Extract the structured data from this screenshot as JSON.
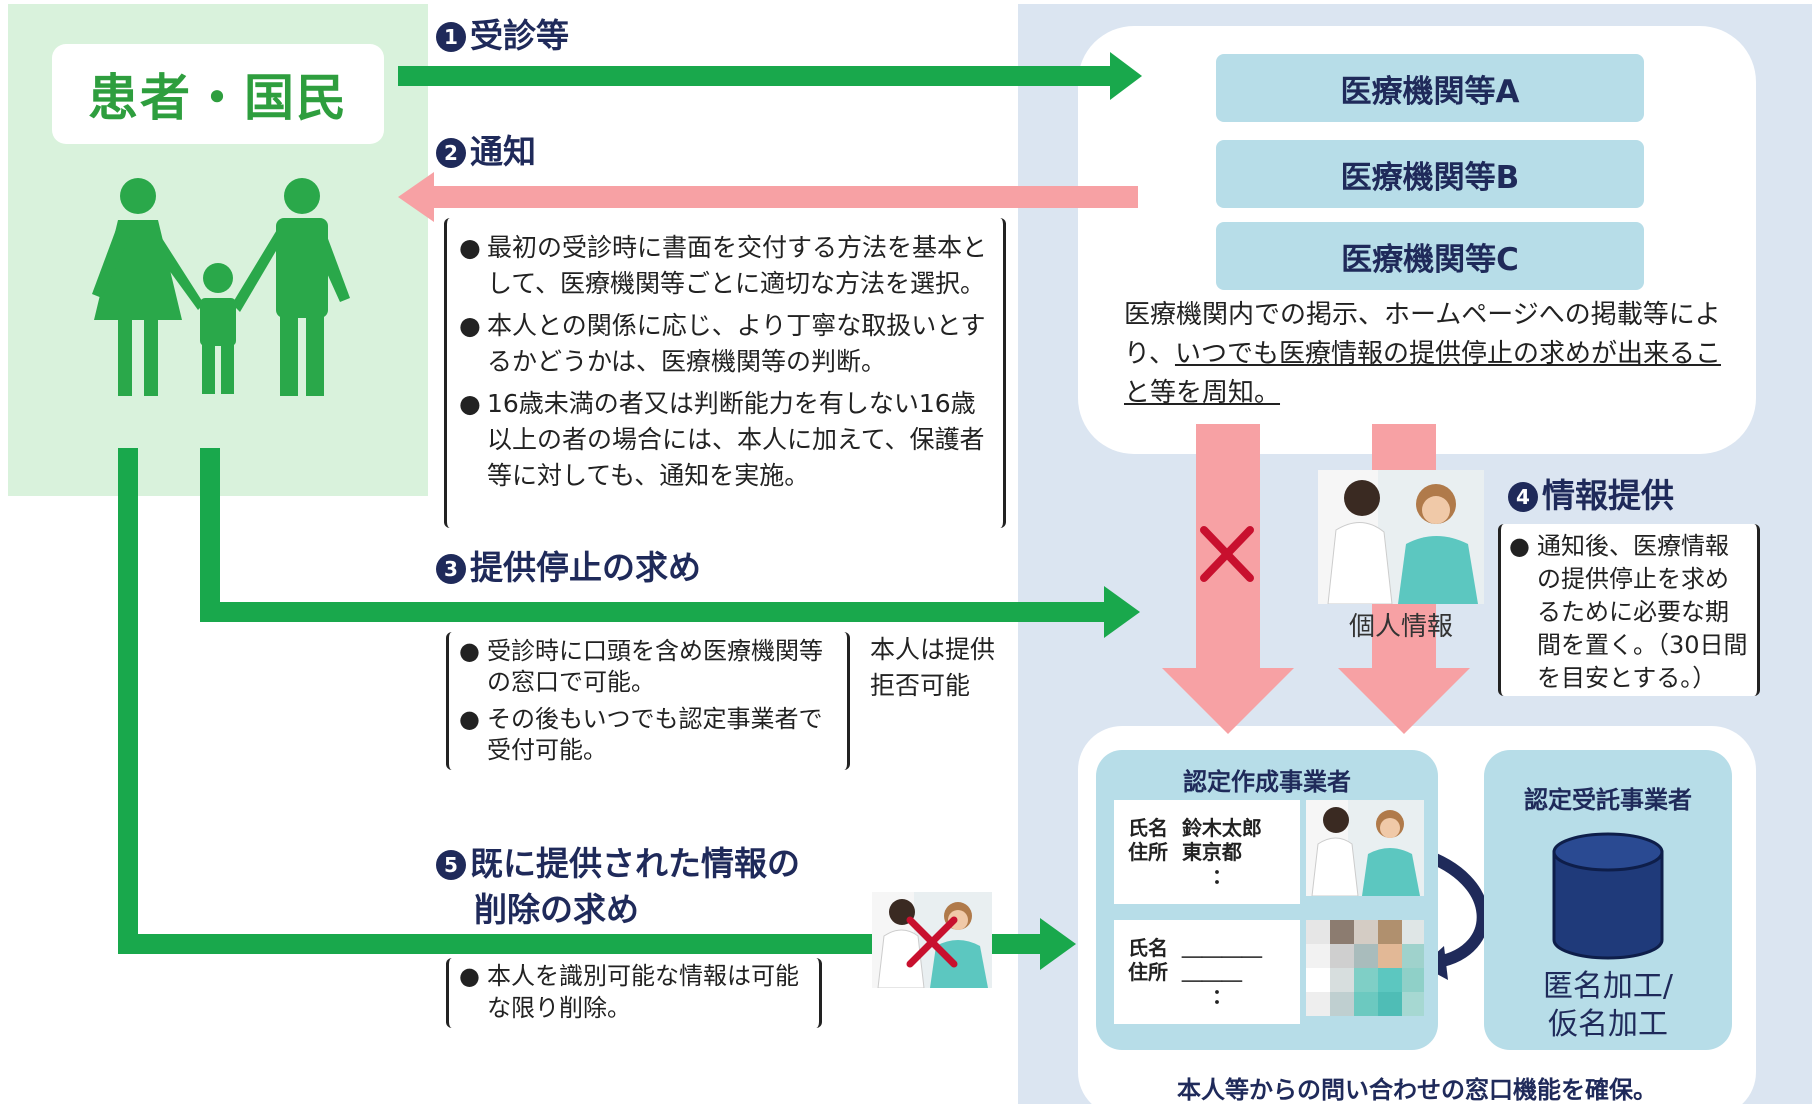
{
  "patient": {
    "label": "患者・国民"
  },
  "steps": {
    "s1": {
      "num": "1",
      "title": "受診等"
    },
    "s2": {
      "num": "2",
      "title": "通知",
      "bullets": [
        "最初の受診時に書面を交付する方法を基本として、医療機関等ごとに適切な方法を選択。",
        "本人との関係に応じ、より丁寧な取扱いとするかどうかは、医療機関等の判断。",
        "16歳未満の者又は判断能力を有しない16歳以上の者の場合には、本人に加えて、保護者等に対しても、通知を実施。"
      ]
    },
    "s3": {
      "num": "3",
      "title": "提供停止の求め",
      "bullets": [
        "受診時に口頭を含め医療機関等の窓口で可能。",
        "その後もいつでも認定事業者で受付可能。"
      ],
      "side_note": "本人は提供拒否可能"
    },
    "s4": {
      "num": "4",
      "title": "情報提供",
      "bullets": [
        "通知後、医療情報の提供停止を求めるために必要な期間を置く。（30日間を目安とする。）"
      ]
    },
    "s5": {
      "num": "5",
      "title_line1": "既に提供された情報の",
      "title_line2": "削除の求め",
      "bullets": [
        "本人を識別可能な情報は可能な限り削除。"
      ]
    }
  },
  "institutions": [
    "医療機関等A",
    "医療機関等B",
    "医療機関等C"
  ],
  "notice": {
    "prefix": "医療機関内での掲示、ホームページへの掲載等により、",
    "underlined": "いつでも医療情報の提供停止の求めが出来ること等を周知。"
  },
  "photo_caption": "個人情報",
  "bullet_glyph": "●",
  "creator": {
    "title": "認定作成事業者",
    "record1": {
      "name_label": "氏名",
      "name_value": "鈴木太郎",
      "addr_label": "住所",
      "addr_value": "東京都",
      "cont": "："
    },
    "record2": {
      "name_label": "氏名",
      "name_value": "＿＿＿＿",
      "addr_label": "住所",
      "addr_value": "＿＿＿",
      "cont": "："
    }
  },
  "trustee": {
    "title": "認定受託事業者",
    "db_label_1": "匿名加工/",
    "db_label_2": "仮名加工"
  },
  "bottom_note": "本人等からの問い合わせの窓口機能を確保。",
  "colors": {
    "green": "#19a84c",
    "pink": "#f7a1a4",
    "navy": "#1f2a5a",
    "light_blue": "#b7dde8",
    "red_x": "#c8102e"
  }
}
